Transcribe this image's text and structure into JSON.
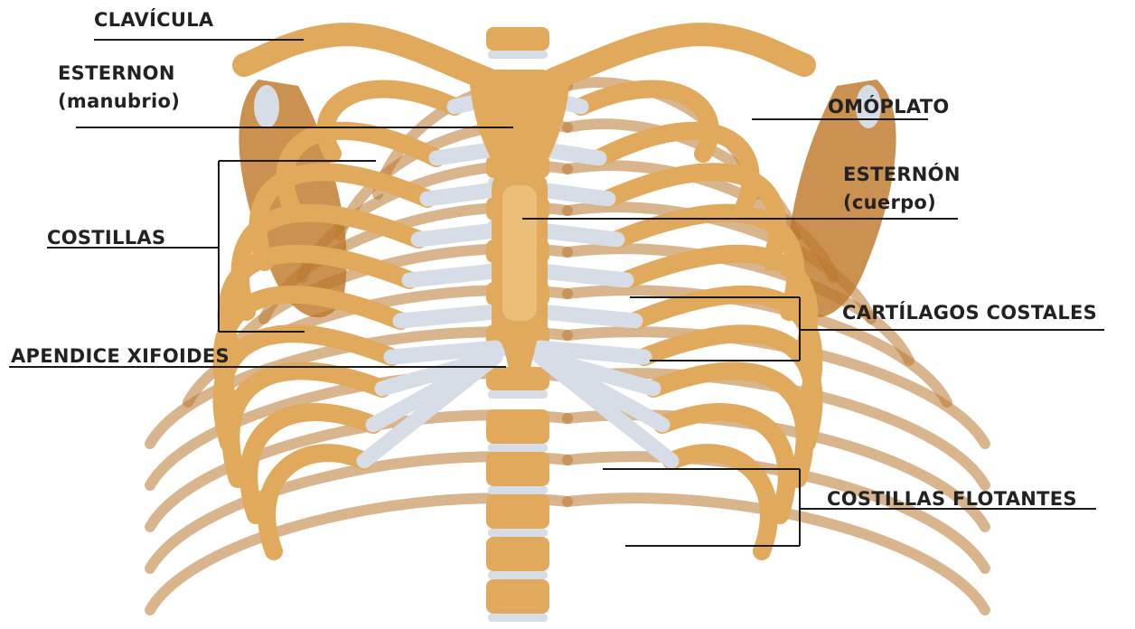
{
  "labels": {
    "clavicula": "CLAVÍCULA",
    "esternon_manubrio": [
      "ESTERNON",
      "(manubrio)"
    ],
    "omoplato": "OMÓPLATO",
    "esternon_cuerpo": [
      "ESTERNÓN",
      "(cuerpo)"
    ],
    "costillas": "COSTILLAS",
    "cartilagos": "CARTÍLAGOS  COSTALES",
    "apendice": "APENDICE  XIFOIDES",
    "flotantes": "COSTILLAS FLOTANTES"
  },
  "colors": {
    "bone": "#e1a95b",
    "bone_light": "#f2cf8e",
    "bone_dark": "#b9782f",
    "cartilage": "#d7dde6",
    "scapula": "#c4853e",
    "line": "#1a1a1a",
    "text": "#222222"
  }
}
